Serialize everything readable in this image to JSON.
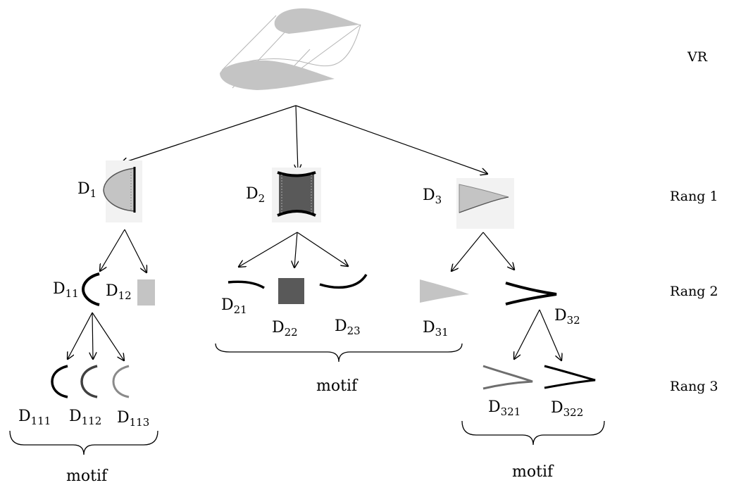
{
  "ranks": {
    "vr": "VR",
    "r1": "Rang 1",
    "r2": "Rang 2",
    "r3": "Rang 3"
  },
  "nodes": {
    "d1": {
      "main": "D",
      "sub": "1"
    },
    "d2": {
      "main": "D",
      "sub": "2"
    },
    "d3": {
      "main": "D",
      "sub": "3"
    },
    "d11": {
      "main": "D",
      "sub": "11"
    },
    "d12": {
      "main": "D",
      "sub": "12"
    },
    "d21": {
      "main": "D",
      "sub": "21"
    },
    "d22": {
      "main": "D",
      "sub": "22"
    },
    "d23": {
      "main": "D",
      "sub": "23"
    },
    "d31": {
      "main": "D",
      "sub": "31"
    },
    "d32": {
      "main": "D",
      "sub": "32"
    },
    "d111": {
      "main": "D",
      "sub": "111"
    },
    "d112": {
      "main": "D",
      "sub": "112"
    },
    "d113": {
      "main": "D",
      "sub": "113"
    },
    "d321": {
      "main": "D",
      "sub": "321"
    },
    "d322": {
      "main": "D",
      "sub": "322"
    }
  },
  "groups": {
    "left": "motif",
    "middle": "motif",
    "right": "motif"
  },
  "colors": {
    "light_gray": "#c4c4c4",
    "dark_gray": "#595959",
    "mid_gray": "#6e6e6e",
    "black": "#000000"
  }
}
